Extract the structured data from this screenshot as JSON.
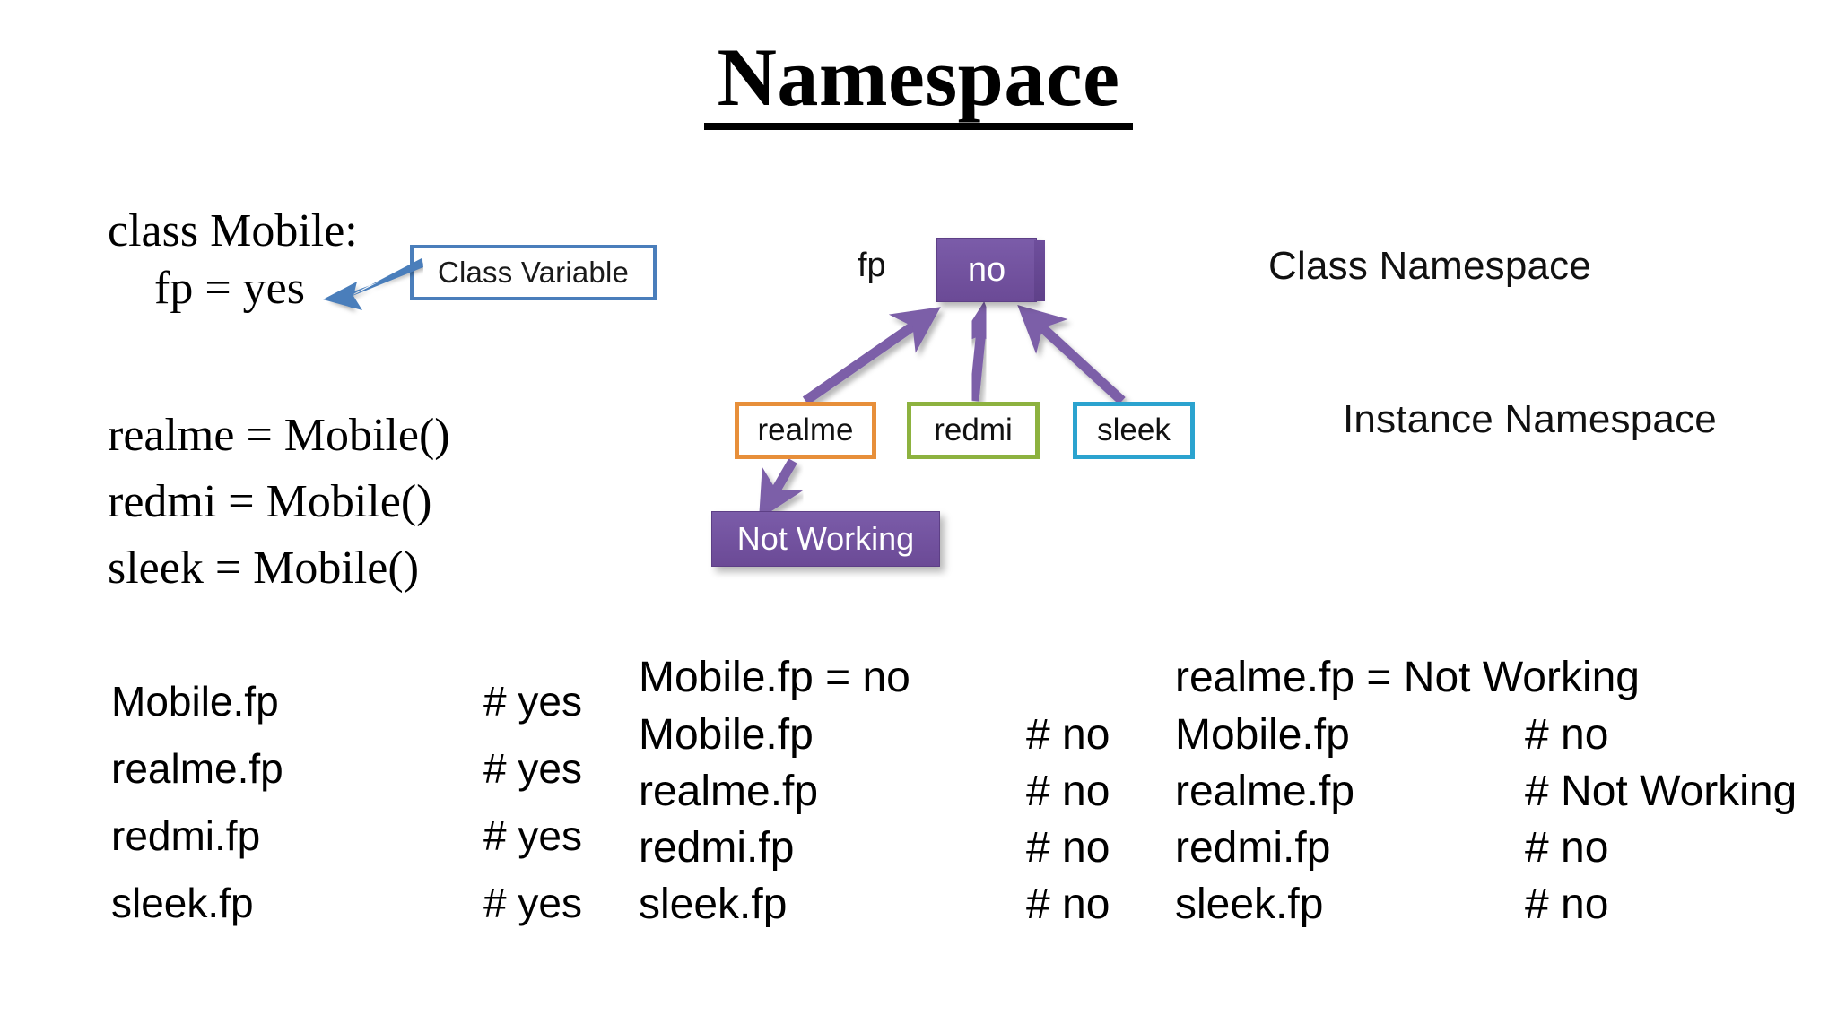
{
  "title": "Namespace",
  "code": {
    "class_line": "class Mobile:",
    "fp_line": "fp = yes",
    "realme_line": "realme = Mobile()",
    "redmi_line": "redmi = Mobile()",
    "sleek_line": "sleek = Mobile()"
  },
  "callout": {
    "class_variable_label": "Class Variable",
    "border_color": "#4a7ebb",
    "arrow_color": "#4a7ebb"
  },
  "diagram": {
    "class_attr_label": "fp",
    "class_value_box": "no",
    "instances": [
      {
        "label": "realme",
        "color": "#e78f3a"
      },
      {
        "label": "redmi",
        "color": "#8db23f"
      },
      {
        "label": "sleek",
        "color": "#2ba3cf"
      }
    ],
    "not_working_box": "Not Working",
    "purple": "#6b4a96",
    "arrow_purple": "#7b5ea8"
  },
  "annotations": {
    "class_namespace": "Class Namespace",
    "instance_namespace": "Instance Namespace",
    "arrow_color": "#c0504d"
  },
  "tables": {
    "left": {
      "rows": [
        {
          "expr": "Mobile.fp",
          "result": "# yes"
        },
        {
          "expr": "realme.fp",
          "result": "# yes"
        },
        {
          "expr": "redmi.fp",
          "result": "# yes"
        },
        {
          "expr": "sleek.fp",
          "result": "# yes"
        }
      ]
    },
    "middle": {
      "header": "Mobile.fp = no",
      "rows": [
        {
          "expr": "Mobile.fp",
          "result": "# no"
        },
        {
          "expr": "realme.fp",
          "result": "# no"
        },
        {
          "expr": "redmi.fp",
          "result": "# no"
        },
        {
          "expr": "sleek.fp",
          "result": "# no"
        }
      ]
    },
    "right": {
      "header": "realme.fp = Not Working",
      "rows": [
        {
          "expr": "Mobile.fp",
          "result": "# no"
        },
        {
          "expr": "realme.fp",
          "result": "# Not Working"
        },
        {
          "expr": "redmi.fp",
          "result": "# no"
        },
        {
          "expr": "sleek.fp",
          "result": "# no"
        }
      ]
    }
  }
}
